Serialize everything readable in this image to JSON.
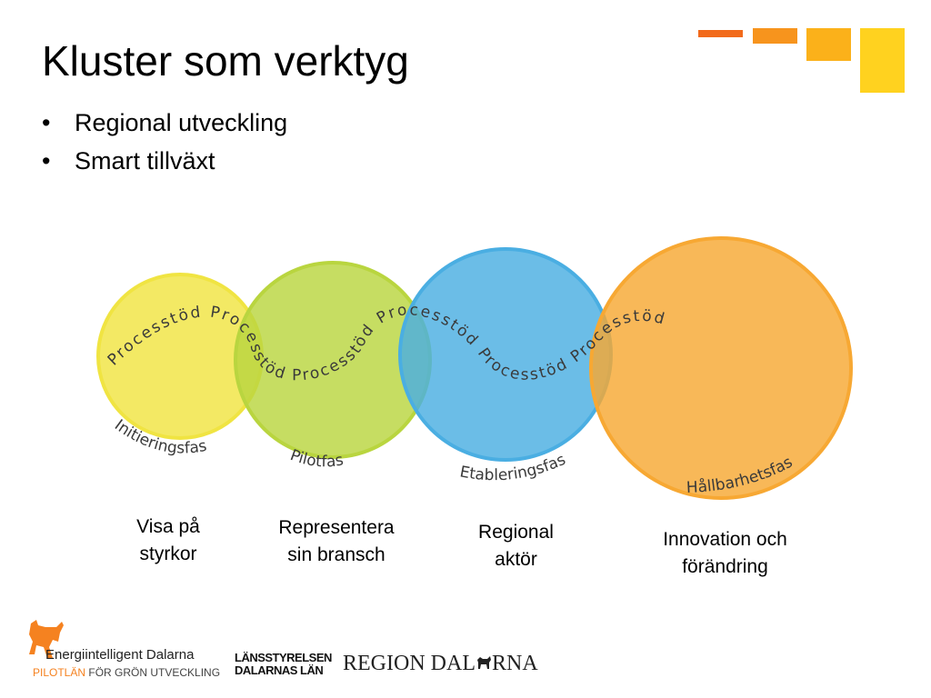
{
  "slide": {
    "title": "Kluster som verktyg",
    "bullets": [
      "Regional utveckling",
      "Smart tillväxt"
    ]
  },
  "decor": {
    "squares": [
      "#f26a1b",
      "#f7941d",
      "#fbb11a",
      "#ffd21f"
    ]
  },
  "diagram": {
    "wave_word": "Processtöd",
    "phases": [
      {
        "label": "Initieringsfas",
        "color": "#f0e442",
        "caption": "Visa på\nstyrkor"
      },
      {
        "label": "Pilotfas",
        "color": "#b9d53f",
        "caption": "Representera\nsin bransch"
      },
      {
        "label": "Etableringsfas",
        "color": "#4aaee2",
        "caption": "Regional\naktör"
      },
      {
        "label": "Hållbarhetsfas",
        "color": "#f7a833",
        "caption": "Innovation och\nförändring"
      }
    ]
  },
  "footer": {
    "energi_name": "Energiintelligent Dalarna",
    "energi_sub_highlight": "PILOTLÄN",
    "energi_sub_rest": " FÖR GRÖN UTVECKLING",
    "lst_line1": "LÄNSSTYRELSEN",
    "lst_line2": "DALARNAS LÄN",
    "region_left": "REGION DAL",
    "region_right": "RNA"
  }
}
